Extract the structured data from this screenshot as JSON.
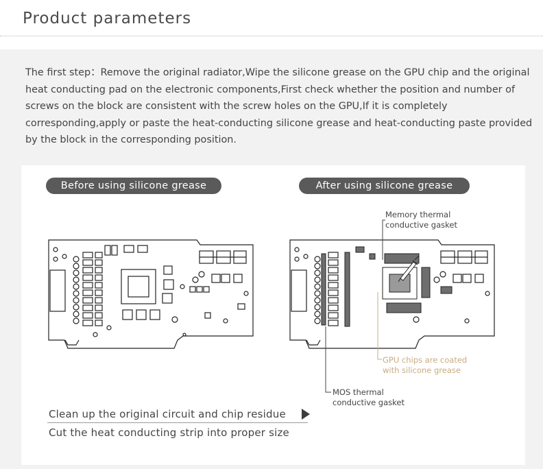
{
  "header": {
    "title": "Product parameters"
  },
  "intro": {
    "text": "The first step：Remove the original radiator,Wipe the silicone grease on the GPU chip and the original heat conducting pad on the electronic components,First check whether the position and number of screws on the block are consistent with the screw holes on the GPU,If it is completely corresponding,apply or paste the heat-conducting silicone grease and heat-conducting paste provided by the block in the corresponding position."
  },
  "panel": {
    "before_label": "Before using silicone grease",
    "after_label": "After using silicone grease",
    "callouts": {
      "memory_line1": "Memory thermal",
      "memory_line2": "conductive gasket",
      "gpu_line1": "GPU chips are coated",
      "gpu_line2": "with silicone grease",
      "mos_line1": "MOS thermal",
      "mos_line2": "conductive gasket"
    },
    "steps": {
      "step1": "Clean up the original circuit and chip residue",
      "step2": "Cut the heat conducting strip into proper size"
    }
  },
  "colors": {
    "pill_bg": "#5a5a5a",
    "gpu_callout": "#c9ab82",
    "pad_fill": "#6e6e6e"
  }
}
